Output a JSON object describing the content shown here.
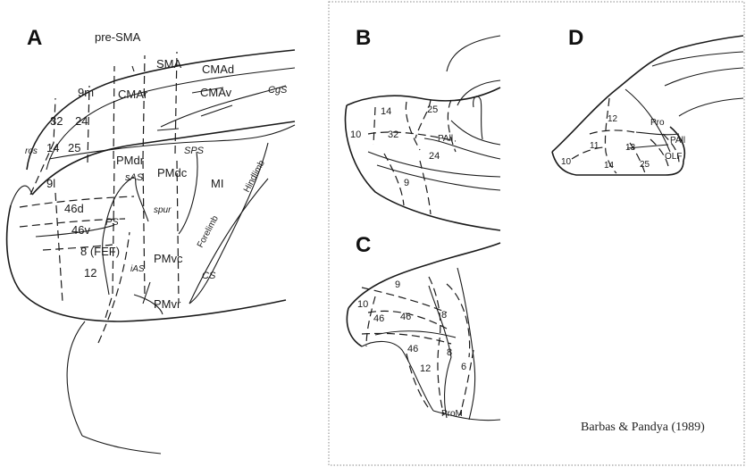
{
  "panels": {
    "A": {
      "letter": "A",
      "labels": {
        "pre_sma": "pre-SMA",
        "sma": "SMA",
        "cmad": "CMAd",
        "cmar": "CMAr",
        "cmav": "CMAv",
        "cgs": "CgS",
        "area_9m": "9m",
        "area_32": "32",
        "area_24": "24",
        "ros": "ros",
        "area_14": "14",
        "area_25": "25",
        "pmdr": "PMdr",
        "pmdc": "PMdc",
        "sps": "SPS",
        "sas": "sAS",
        "area_9l": "9l",
        "mi": "MI",
        "hindlimb": "Hindlimb",
        "area_46d": "46d",
        "spur": "spur",
        "ps": "PS",
        "area_46v": "46v",
        "forelimb": "Forelimb",
        "area_8_fef": "8 (FEF)",
        "pmvc": "PMvc",
        "area_12": "12",
        "ias": "iAS",
        "cs": "CS",
        "pmvr": "PMvr"
      }
    },
    "B": {
      "letter": "B",
      "labels": {
        "area_14": "14",
        "area_25": "25",
        "area_10": "10",
        "area_32": "32",
        "paii": "PAll",
        "area_24": "24",
        "area_9": "9"
      }
    },
    "C": {
      "letter": "C",
      "labels": {
        "area_9": "9",
        "area_10": "10",
        "area_46_a": "46",
        "area_46_b": "46",
        "area_8_a": "8",
        "area_46_c": "46",
        "area_8_b": "8",
        "area_12": "12",
        "area_6": "6",
        "prom": "ProM"
      }
    },
    "D": {
      "letter": "D",
      "labels": {
        "area_12": "12",
        "pro": "Pro",
        "area_11": "11",
        "area_13": "13",
        "paii": "PAll",
        "area_10": "10",
        "area_14": "14",
        "area_25": "25",
        "olf": "OLF"
      }
    }
  },
  "credit": "Barbas & Pandya (1989)"
}
